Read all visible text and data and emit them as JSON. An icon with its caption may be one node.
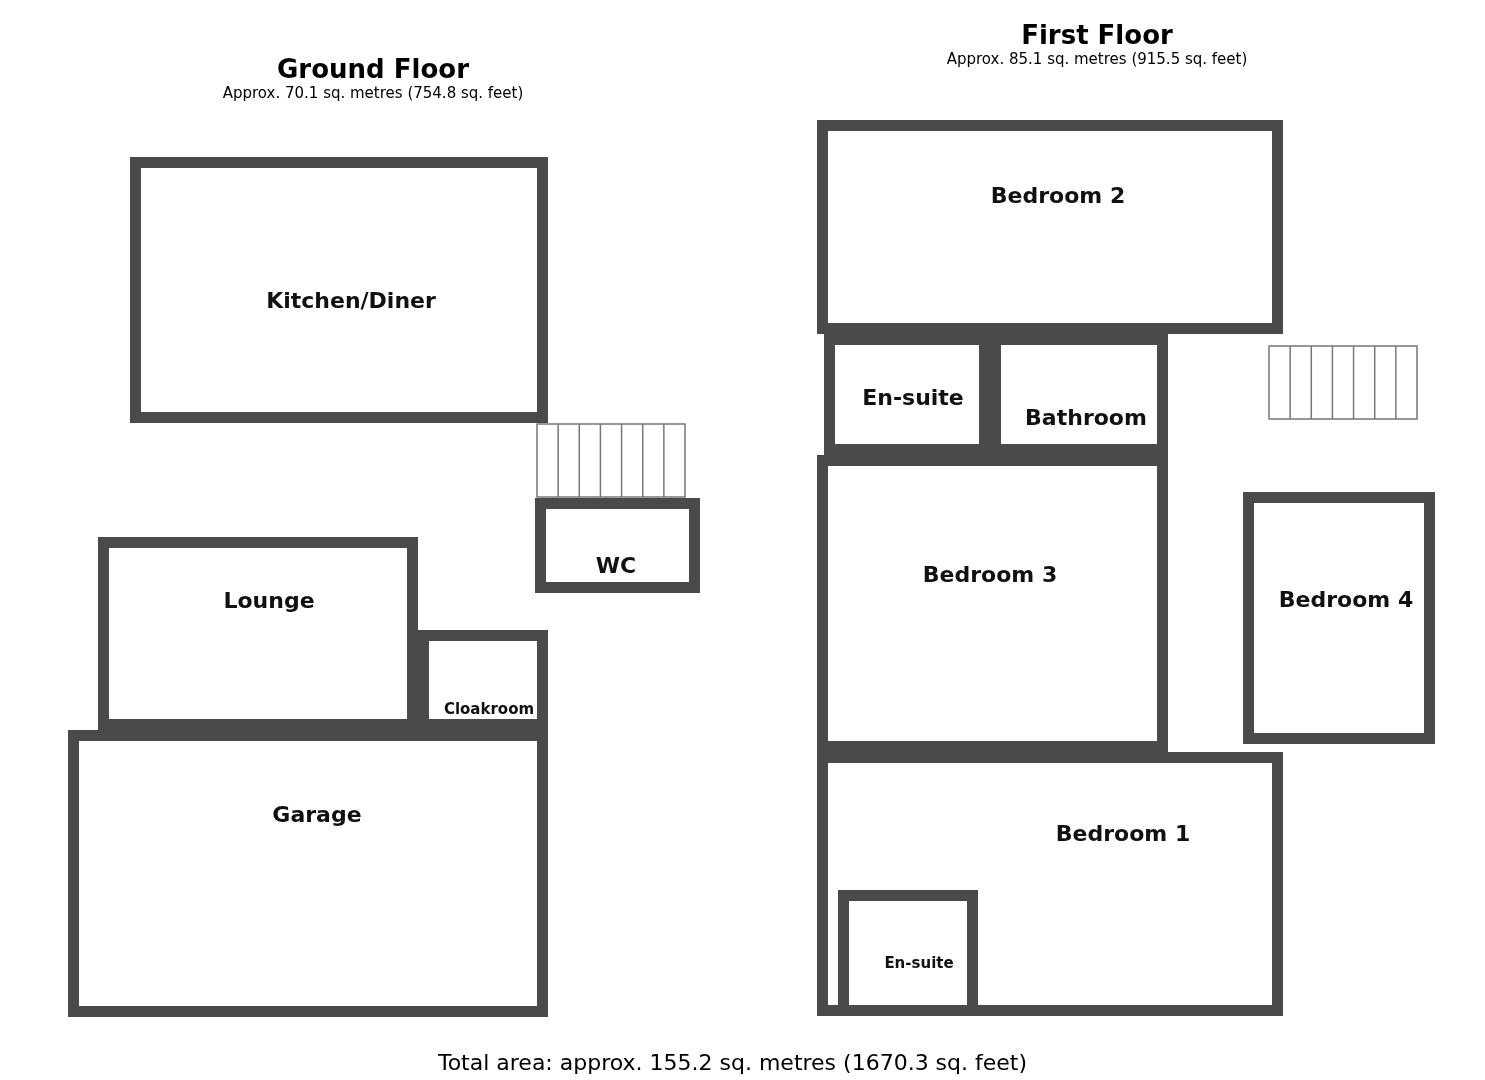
{
  "diagram": {
    "caption": "Total area: approx. 155.2 sq. metres (1670.3 sq. feet)",
    "nodes": [
      {
        "text": [
          "Ground Floor",
          "Approx. 70.1 sq. metres (754.8 sq. feet)"
        ]
      },
      {
        "text": [
          "Kitchen/Diner"
        ],
        "in": 0
      },
      {
        "text": [
          "WC"
        ],
        "in": 0
      },
      {
        "text": [
          "Lounge"
        ],
        "in": 0
      },
      {
        "text": [
          "Cloakroom"
        ],
        "in": 0
      },
      {
        "text": [
          "Garage"
        ],
        "in": 0
      },
      {
        "text": [
          "First Floor",
          "Approx. 85.1 sq. metres (915.5 sq. feet)"
        ]
      },
      {
        "text": [
          "Bedroom 2"
        ],
        "in": 6
      },
      {
        "text": [
          "En-suite"
        ],
        "in": 6
      },
      {
        "text": [
          "Bathroom"
        ],
        "in": 6
      },
      {
        "text": [
          "Bedroom 3"
        ],
        "in": 6
      },
      {
        "text": [
          "Bedroom 4"
        ],
        "in": 6
      },
      {
        "text": [
          "Bedroom 1"
        ],
        "in": 6
      },
      {
        "text": [
          "En-suite"
        ],
        "in": 12
      }
    ]
  }
}
